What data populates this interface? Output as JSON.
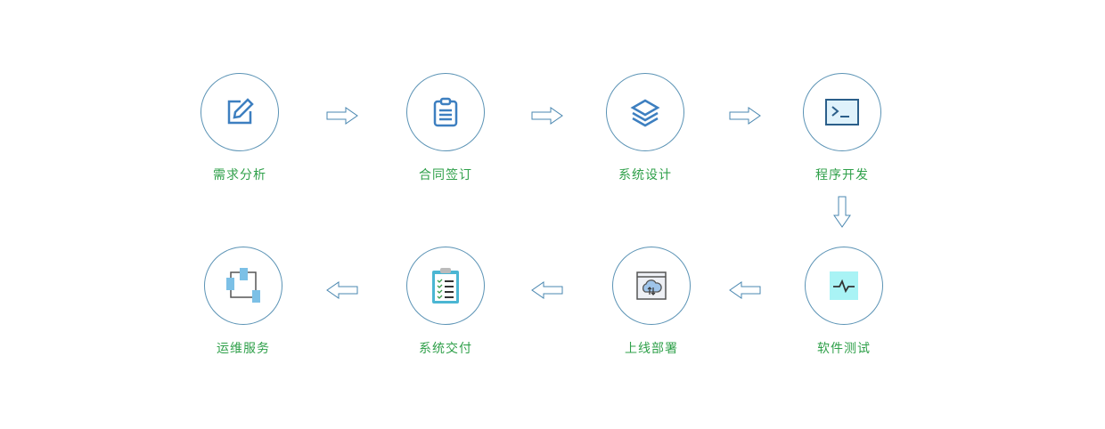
{
  "title": "process-flow",
  "steps": [
    {
      "label": "需求分析",
      "icon": "edit-icon"
    },
    {
      "label": "合同签订",
      "icon": "clipboard-icon"
    },
    {
      "label": "系统设计",
      "icon": "layers-icon"
    },
    {
      "label": "程序开发",
      "icon": "terminal-icon"
    },
    {
      "label": "软件测试",
      "icon": "pulse-icon"
    },
    {
      "label": "上线部署",
      "icon": "cloud-upload-icon"
    },
    {
      "label": "系统交付",
      "icon": "checklist-icon"
    },
    {
      "label": "运维服务",
      "icon": "network-servers-icon"
    }
  ],
  "colors": {
    "label": "#2fa04a",
    "icon": "#3d7fc0",
    "circle": "#5b93b5"
  }
}
